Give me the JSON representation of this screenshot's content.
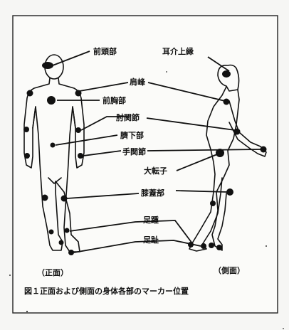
{
  "labels": {
    "forehead": "前頭部",
    "ear_top": "耳介上縁",
    "shoulder": "肩峰",
    "chest": "前胸部",
    "elbow": "肘関節",
    "navel": "臍下部",
    "wrist": "手関節",
    "trochanter": "大転子",
    "knee": "膝蓋部",
    "heel": "足踵",
    "toe": "足趾"
  },
  "view_labels": {
    "front": "（正面）",
    "side": "（側面）"
  },
  "caption": "図１正面および側面の身体各部のマーカー位置"
}
